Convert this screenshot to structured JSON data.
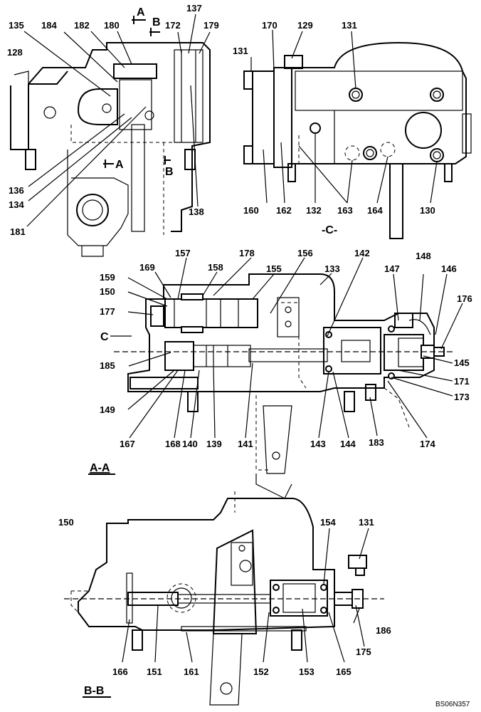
{
  "labels": {
    "l135": "135",
    "l184": "184",
    "l182": "182",
    "l180": "180",
    "l172": "172",
    "l137": "137",
    "l179": "179",
    "l128": "128",
    "l136": "136",
    "l134": "134",
    "l181": "181",
    "l138": "138",
    "l131a": "131",
    "l170": "170",
    "l129": "129",
    "l131b": "131",
    "l160": "160",
    "l162": "162",
    "l132": "132",
    "l163": "163",
    "l164": "164",
    "l130": "130",
    "l157": "157",
    "l178": "178",
    "l158": "158",
    "l169": "169",
    "l155": "155",
    "l156": "156",
    "l142": "142",
    "l133": "133",
    "l159": "159",
    "l150a": "150",
    "l147": "147",
    "l148": "148",
    "l146": "146",
    "l177": "177",
    "l176": "176",
    "l185": "185",
    "l145": "145",
    "l171": "171",
    "l149": "149",
    "l173": "173",
    "l167": "167",
    "l168": "168",
    "l140": "140",
    "l139": "139",
    "l141": "141",
    "l143": "143",
    "l144": "144",
    "l183": "183",
    "l174": "174",
    "l150b": "150",
    "l154": "154",
    "l131c": "131",
    "l186": "186",
    "l175": "175",
    "l166": "166",
    "l151": "151",
    "l161": "161",
    "l152": "152",
    "l153": "153",
    "l165": "165"
  },
  "section_marks": {
    "a_top": "A",
    "b_top": "B",
    "a_side": "A",
    "b_side": "B",
    "c_side": "C"
  },
  "view_titles": {
    "view_c": "-C-",
    "view_aa": "A-A",
    "view_bb": "B-B"
  },
  "drawing_code": "BS06N357"
}
